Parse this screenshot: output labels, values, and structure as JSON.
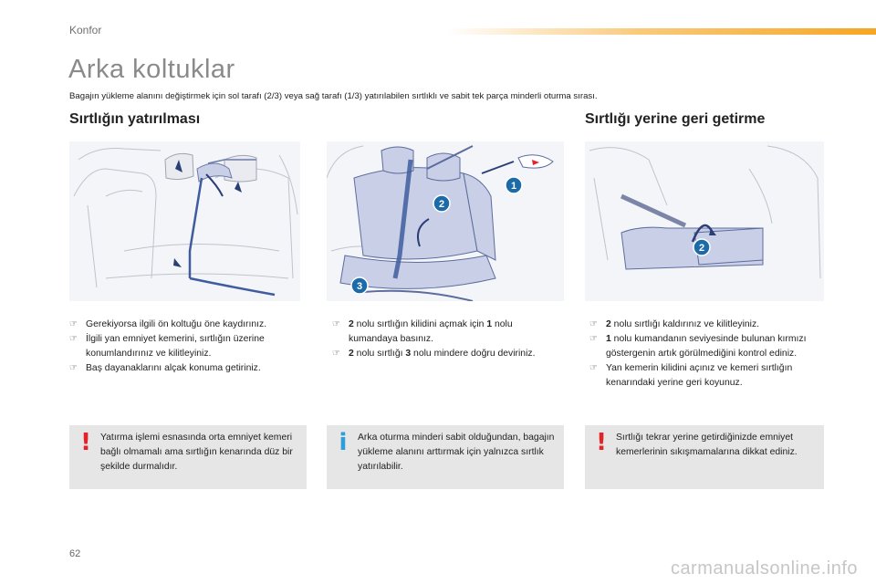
{
  "header": {
    "section": "Konfor",
    "accent_color": "#f6a623"
  },
  "page": {
    "title": "Arka koltuklar",
    "subtitle": "Bagajın yükleme alanını değiştirmek için sol tarafı (2/3) veya sağ tarafı (1/3) yatırılabilen sırtlıklı ve sabit tek parça minderli oturma sırası.",
    "number": "62"
  },
  "sections": {
    "fold": {
      "heading": "Sırtlığın yatırılması"
    },
    "restore": {
      "heading": "Sırtlığı yerine geri getirme"
    }
  },
  "figures": {
    "fig2_badges": [
      "1",
      "2",
      "3"
    ],
    "fig3_badges": [
      "2"
    ],
    "badge_color": "#1c6aa8",
    "seat_highlight_color": "#c9cfe6"
  },
  "lists": {
    "col1": [
      {
        "text": "Gerekiyorsa ilgili ön koltuğu öne kaydırınız."
      },
      {
        "text": "İlgili yan emniyet kemerini, sırtlığın üzerine konumlandırınız ve kilitleyiniz."
      },
      {
        "text": "Baş dayanaklarını alçak konuma getiriniz."
      }
    ],
    "col2": [
      {
        "num1": "2",
        "t1": " nolu sırtlığın kilidini açmak için ",
        "num2": "1",
        "t2": " nolu kumandaya basınız."
      },
      {
        "num1": "2",
        "t1": " nolu sırtlığı ",
        "num2": "3",
        "t2": " nolu mindere doğru deviriniz."
      }
    ],
    "col3": [
      {
        "num1": "2",
        "t1": " nolu sırtlığı kaldırınız ve kilitleyiniz."
      },
      {
        "num1": "1",
        "t1": " nolu kumandanın seviyesinde bulunan kırmızı göstergenin artık görülmediğini kontrol ediniz."
      },
      {
        "text": "Yan kemerin kilidini açınız ve kemeri sırtlığın kenarındaki yerine geri koyunuz."
      }
    ]
  },
  "notes": {
    "n1": {
      "icon": "!",
      "icon_name": "warning-icon",
      "color": "#e3232a",
      "text": "Yatırma işlemi esnasında orta emniyet kemeri bağlı olmamalı ama sırtlığın kenarında düz bir şekilde durmalıdır."
    },
    "n2": {
      "icon": "i",
      "icon_name": "info-icon",
      "color": "#2b9fd9",
      "text": "Arka oturma minderi sabit olduğundan, bagajın yükleme alanını arttırmak için yalnızca sırtlık yatırılabilir."
    },
    "n3": {
      "icon": "!",
      "icon_name": "warning-icon",
      "color": "#e3232a",
      "text": "Sırtlığı tekrar yerine getirdiğinizde emniyet kemerlerinin sıkışmamalarına dikkat ediniz."
    }
  },
  "watermark": "carmanualsonline.info"
}
